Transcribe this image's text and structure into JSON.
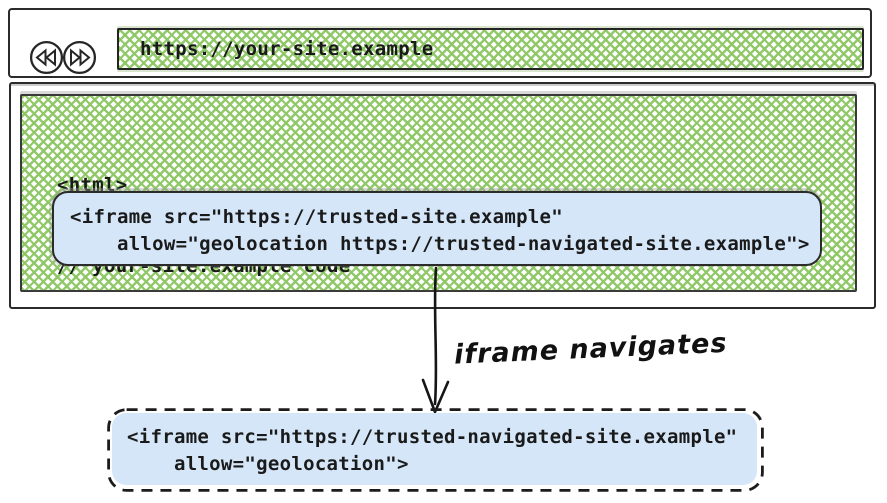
{
  "colors": {
    "ink": "#262626",
    "hatch_green": "#8cc763",
    "iframe_blue": "#d4e6f8"
  },
  "browser": {
    "back_button": {
      "icon": "skip-back-icon"
    },
    "forward_button": {
      "icon": "skip-forward-icon"
    },
    "address_bar": {
      "url": "https://your-site.example"
    }
  },
  "page": {
    "code_lines": {
      "line1": "<html>",
      "line2": "// your-site.example code"
    }
  },
  "iframe_original": {
    "code_lines": {
      "line1": "<iframe src=\"https://trusted-site.example\"",
      "line2": "    allow=\"geolocation https://trusted-navigated-site.example\">"
    }
  },
  "flow": {
    "arrow_label": "iframe navigates"
  },
  "iframe_navigated": {
    "code_lines": {
      "line1": "<iframe src=\"https://trusted-navigated-site.example\"",
      "line2": "    allow=\"geolocation\">"
    }
  }
}
